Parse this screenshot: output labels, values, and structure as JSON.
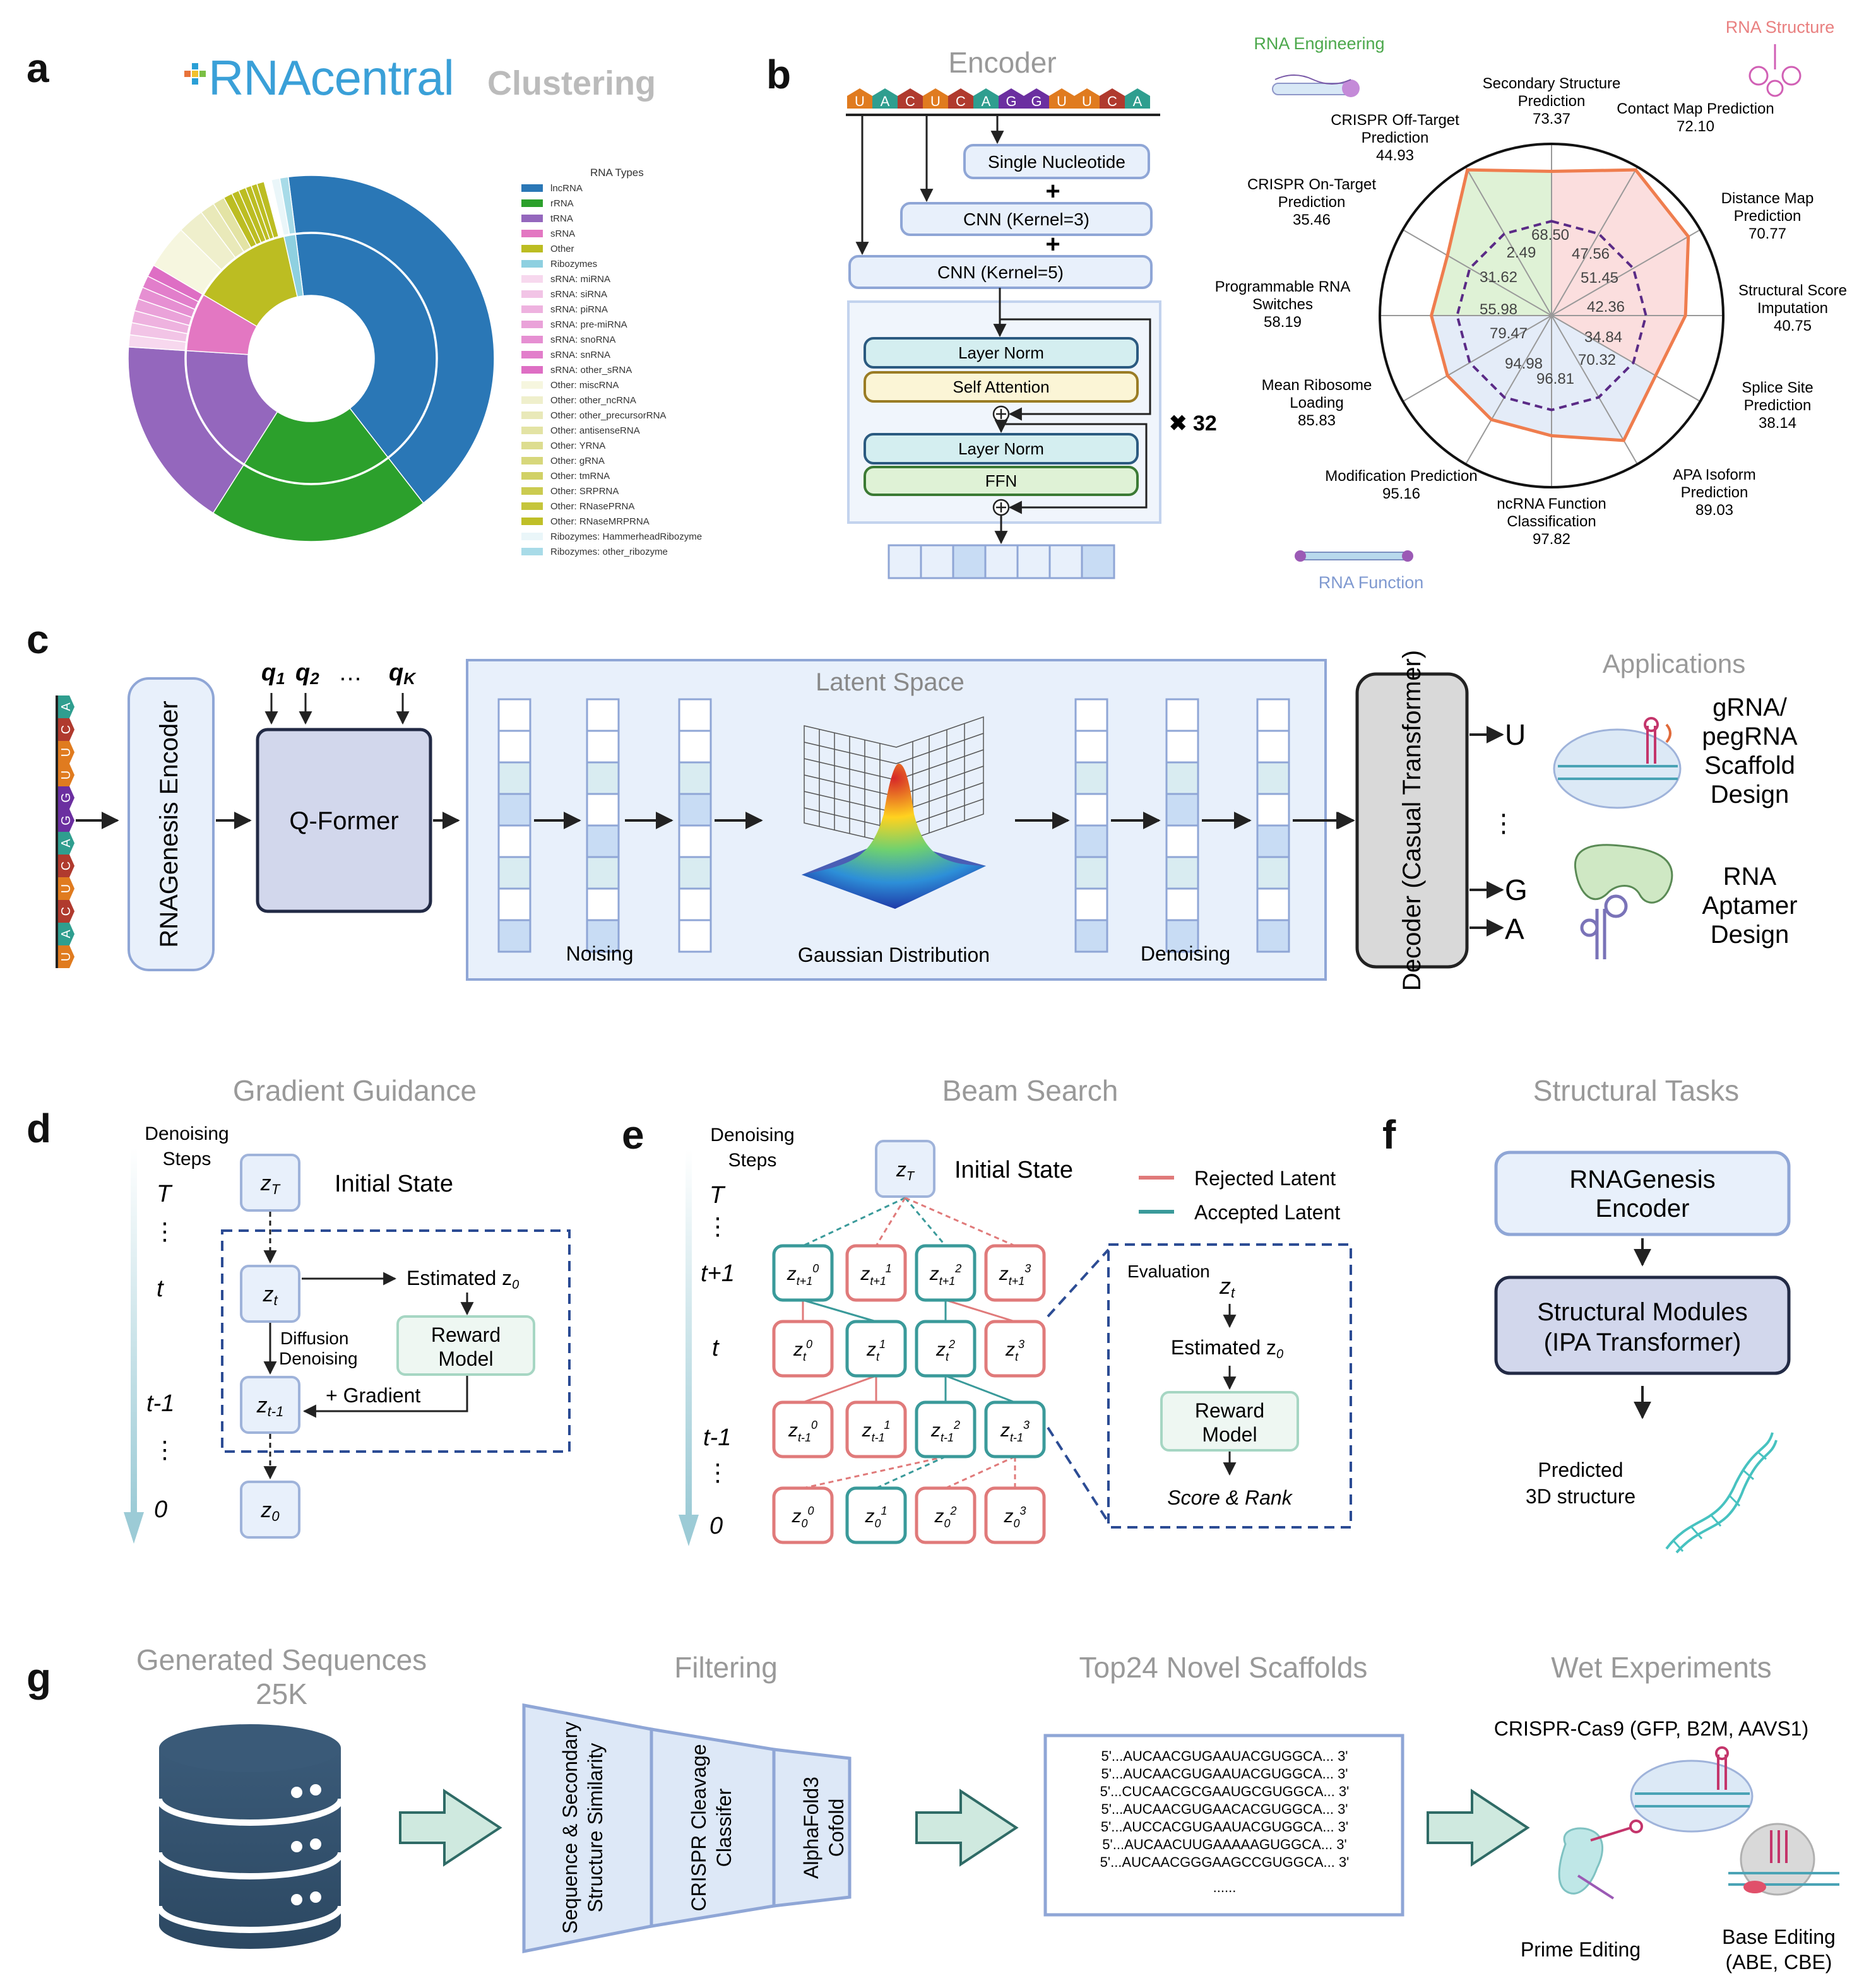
{
  "panel_letters": {
    "a": "a",
    "b": "b",
    "c": "c",
    "d": "d",
    "e": "e",
    "f": "f",
    "g": "g"
  },
  "colors": {
    "blue_fill": "#e8f0fb",
    "blue_stroke": "#8fa6d6",
    "dark_stroke": "#2b3552",
    "teal": "#3a9a9a",
    "red": "#e07a7a",
    "orange": "#ef7d4e",
    "gray_title": "#999999",
    "arrow_green": "#cfe9df"
  },
  "a": {
    "logo_text": "RNAcentral",
    "clustering": "Clustering",
    "legend_title": "RNA Types",
    "legend": [
      {
        "label": "lncRNA",
        "color": "#2a77b6"
      },
      {
        "label": "rRNA",
        "color": "#2ca02c"
      },
      {
        "label": "tRNA",
        "color": "#9467bd"
      },
      {
        "label": "sRNA",
        "color": "#e377c2"
      },
      {
        "label": "Other",
        "color": "#bcbd22"
      },
      {
        "label": "Ribozymes",
        "color": "#8ed0e0"
      },
      {
        "label": "sRNA: miRNA",
        "color": "#f7d8ee"
      },
      {
        "label": "sRNA: siRNA",
        "color": "#f2c4e6"
      },
      {
        "label": "sRNA: piRNA",
        "color": "#eeb2df"
      },
      {
        "label": "sRNA: pre-miRNA",
        "color": "#eaa2d9"
      },
      {
        "label": "sRNA: snoRNA",
        "color": "#e68fd2"
      },
      {
        "label": "sRNA: snRNA",
        "color": "#e27ecb"
      },
      {
        "label": "sRNA: other_sRNA",
        "color": "#de6ec4"
      },
      {
        "label": "Other: miscRNA",
        "color": "#f6f6df"
      },
      {
        "label": "Other: other_ncRNA",
        "color": "#efefcc"
      },
      {
        "label": "Other: other_precursorRNA",
        "color": "#e9e9b9"
      },
      {
        "label": "Other: antisenseRNA",
        "color": "#e3e3a4"
      },
      {
        "label": "Other: YRNA",
        "color": "#dddd90"
      },
      {
        "label": "Other: gRNA",
        "color": "#d7d77b"
      },
      {
        "label": "Other: tmRNA",
        "color": "#d1d166"
      },
      {
        "label": "Other: SRPRNA",
        "color": "#cbcb50"
      },
      {
        "label": "Other: RNasePRNA",
        "color": "#c5c53b"
      },
      {
        "label": "Other: RNaseMRPRNA",
        "color": "#bfbf28"
      },
      {
        "label": "Ribozymes: HammerheadRibozyme",
        "color": "#eaf6f9"
      },
      {
        "label": "Ribozymes: other_ribozyme",
        "color": "#a8dbe8"
      }
    ],
    "donut_inner": [
      {
        "name": "lncRNA",
        "share": 0.415,
        "color": "#2a77b6"
      },
      {
        "name": "rRNA",
        "share": 0.195,
        "color": "#2ca02c"
      },
      {
        "name": "tRNA",
        "share": 0.17,
        "color": "#9467bd"
      },
      {
        "name": "sRNA",
        "share": 0.075,
        "color": "#e377c2"
      },
      {
        "name": "Other",
        "share": 0.13,
        "color": "#bcbd22"
      },
      {
        "name": "Ribozymes",
        "share": 0.015,
        "color": "#8ed0e0"
      }
    ]
  },
  "b": {
    "encoder_title": "Encoder",
    "sequence": [
      "U",
      "A",
      "C",
      "U",
      "C",
      "A",
      "G",
      "G",
      "U",
      "U",
      "C",
      "A"
    ],
    "single_nucleotide": "Single Nucleotide",
    "cnn3": "CNN (Kernel=3)",
    "cnn5": "CNN (Kernel=5)",
    "plus": "+",
    "layer_norm": "Layer Norm",
    "self_attention": "Self Attention",
    "ffn": "FFN",
    "times32": "✖ 32",
    "rna_engineering": "RNA Engineering",
    "rna_structure": "RNA Structure",
    "rna_function": "RNA Function",
    "radar_tasks": [
      {
        "line1": "Secondary Structure",
        "line2": "Prediction",
        "line3": "73.37"
      },
      {
        "line1": "Contact Map Prediction",
        "line2": "72.10",
        "line3": ""
      },
      {
        "line1": "Distance Map",
        "line2": "Prediction",
        "line3": "70.77"
      },
      {
        "line1": "Structural Score",
        "line2": "Imputation",
        "line3": "40.75"
      },
      {
        "line1": "Splice Site",
        "line2": "Prediction",
        "line3": "38.14"
      },
      {
        "line1": "APA Isoform",
        "line2": "Prediction",
        "line3": "89.03"
      },
      {
        "line1": "ncRNA Function",
        "line2": "Classification",
        "line3": "97.82"
      },
      {
        "line1": "Modification Prediction",
        "line2": "95.16",
        "line3": ""
      },
      {
        "line1": "Mean Ribosome",
        "line2": "Loading",
        "line3": "85.83"
      },
      {
        "line1": "Programmable RNA",
        "line2": "Switches",
        "line3": "58.19"
      },
      {
        "line1": "CRISPR On-Target",
        "line2": "Prediction",
        "line3": "35.46"
      },
      {
        "line1": "CRISPR Off-Target",
        "line2": "Prediction",
        "line3": "44.93"
      }
    ],
    "inner_values": [
      "68.50",
      "47.56",
      "51.45",
      "42.36",
      "34.84",
      "70.32",
      "96.81",
      "94.98",
      "79.47",
      "55.98",
      "31.62",
      "2.49"
    ]
  },
  "c": {
    "seq_vertical": [
      "U",
      "A",
      "C",
      "U",
      "C",
      "A",
      "G",
      "G",
      "U",
      "U",
      "C",
      "A"
    ],
    "encoder": "RNAGenesis Encoder",
    "q1": "q",
    "q1sub": "1",
    "q2": "q",
    "q2sub": "2",
    "qdots": "…",
    "qk": "q",
    "qksub": "K",
    "qformer": "Q-Former",
    "latent_space": "Latent Space",
    "noising": "Noising",
    "gaussian": "Gaussian Distribution",
    "denoising": "Denoising",
    "decoder": "Decoder (Casual Transformer)",
    "out_u": "U",
    "out_dots": "⋮",
    "out_g": "G",
    "out_a": "A",
    "applications": "Applications",
    "app1_lines": [
      "gRNA/",
      "pegRNA",
      "Scaffold",
      "Design"
    ],
    "app2_lines": [
      "RNA",
      "Aptamer",
      "Design"
    ]
  },
  "d": {
    "title": "Gradient Guidance",
    "steps_label_1": "Denoising",
    "steps_label_2": "Steps",
    "t_T": "T",
    "t_t": "t",
    "t_t1": "t-1",
    "t_0": "0",
    "vdots": "⋮",
    "zT": "z",
    "zT_sub": "T",
    "zt": "z",
    "zt_sub": "t",
    "zt1": "z",
    "zt1_sub": "t-1",
    "z0": "z",
    "z0_sub": "0",
    "initial_state": "Initial State",
    "estimated": "Estimated z",
    "estimated_sub": "0",
    "reward1": "Reward",
    "reward2": "Model",
    "diffusion1": "Diffusion",
    "diffusion2": "Denoising",
    "gradient": "+ Gradient"
  },
  "e": {
    "title": "Beam Search",
    "steps_label_1": "Denoising",
    "steps_label_2": "Steps",
    "t_T": "T",
    "t_t1p": "t+1",
    "t_t": "t",
    "t_t1": "t-1",
    "t_0": "0",
    "vdots": "⋮",
    "zT": "z",
    "zT_sub": "T",
    "initial_state": "Initial State",
    "rejected": "Rejected Latent",
    "accepted": "Accepted Latent",
    "evaluation": "Evaluation",
    "eval_zt": "z",
    "eval_zt_sub": "t",
    "estimated": "Estimated z",
    "estimated_sub": "0",
    "reward1": "Reward",
    "reward2": "Model",
    "score": "Score & Rank",
    "rows": [
      {
        "sub": "t+1",
        "states": [
          "accepted",
          "rejected",
          "accepted",
          "rejected"
        ]
      },
      {
        "sub": "t",
        "states": [
          "rejected",
          "accepted",
          "accepted",
          "rejected"
        ]
      },
      {
        "sub": "t-1",
        "states": [
          "rejected",
          "rejected",
          "accepted",
          "accepted"
        ]
      },
      {
        "sub": "0",
        "states": [
          "rejected",
          "accepted",
          "rejected",
          "rejected"
        ]
      }
    ]
  },
  "f": {
    "title": "Structural Tasks",
    "enc1": "RNAGenesis",
    "enc2": "Encoder",
    "mod1": "Structural Modules",
    "mod2": "(IPA Transformer)",
    "pred1": "Predicted",
    "pred2": "3D structure"
  },
  "g": {
    "generated1": "Generated Sequences",
    "generated2": "25K",
    "filtering": "Filtering",
    "filter1_l1": "Sequence & Secondary",
    "filter1_l2": "Structure Similarity",
    "filter2_l1": "CRISPR Cleavage",
    "filter2_l2": "Classifer",
    "filter3_l1": "AlphaFold3",
    "filter3_l2": "Cofold",
    "top24": "Top24 Novel Scaffolds",
    "sequences": [
      "5'...AUCAACGUGAAUACGUGGCA... 3'",
      "5'...AUCAACGUGAAUACGUGGCA... 3'",
      "5'...CUCAACGCGAAUGCGUGGCA... 3'",
      "5'...AUCAACGUGAACACGUGGCA... 3'",
      "5'...AUCCACGUGAAUACGUGGCA... 3'",
      "5'...AUCAACUUGAAAAAGUGGCA... 3'",
      "5'...AUCAACGGGAAGCCGUGGCA... 3'"
    ],
    "seq_dots": "......",
    "wet": "Wet Experiments",
    "crispr": "CRISPR-Cas9 (GFP, B2M, AAVS1)",
    "prime": "Prime Editing",
    "base1": "Base Editing",
    "base2": "(ABE, CBE)"
  }
}
